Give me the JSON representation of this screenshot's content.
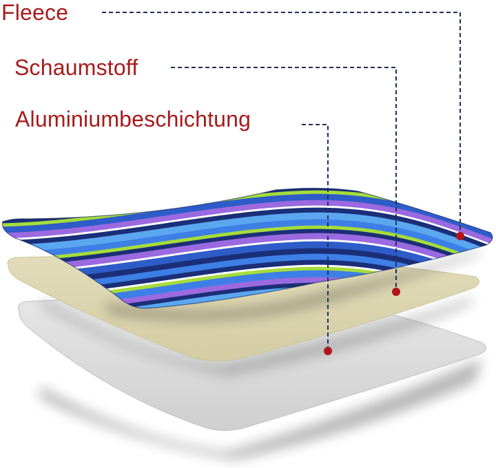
{
  "labels": {
    "fleece": "Fleece",
    "foam": "Schaumstoff",
    "aluminium": "Aluminiumbeschichtung"
  },
  "colors": {
    "label_text": "#a71b1c",
    "leader_line": "#1f2d5c",
    "marker_dot": "#b3141c",
    "fleece_stripes": [
      "#3d7fe6",
      "#1b2f78",
      "#9b6ae0",
      "#a6dc3a",
      "#ffffff",
      "#5aa7f0",
      "#2e5cc8"
    ],
    "foam": "#ddd7b4",
    "aluminium": "#dcdcdc"
  },
  "layers": [
    "fleece",
    "foam",
    "aluminium"
  ]
}
